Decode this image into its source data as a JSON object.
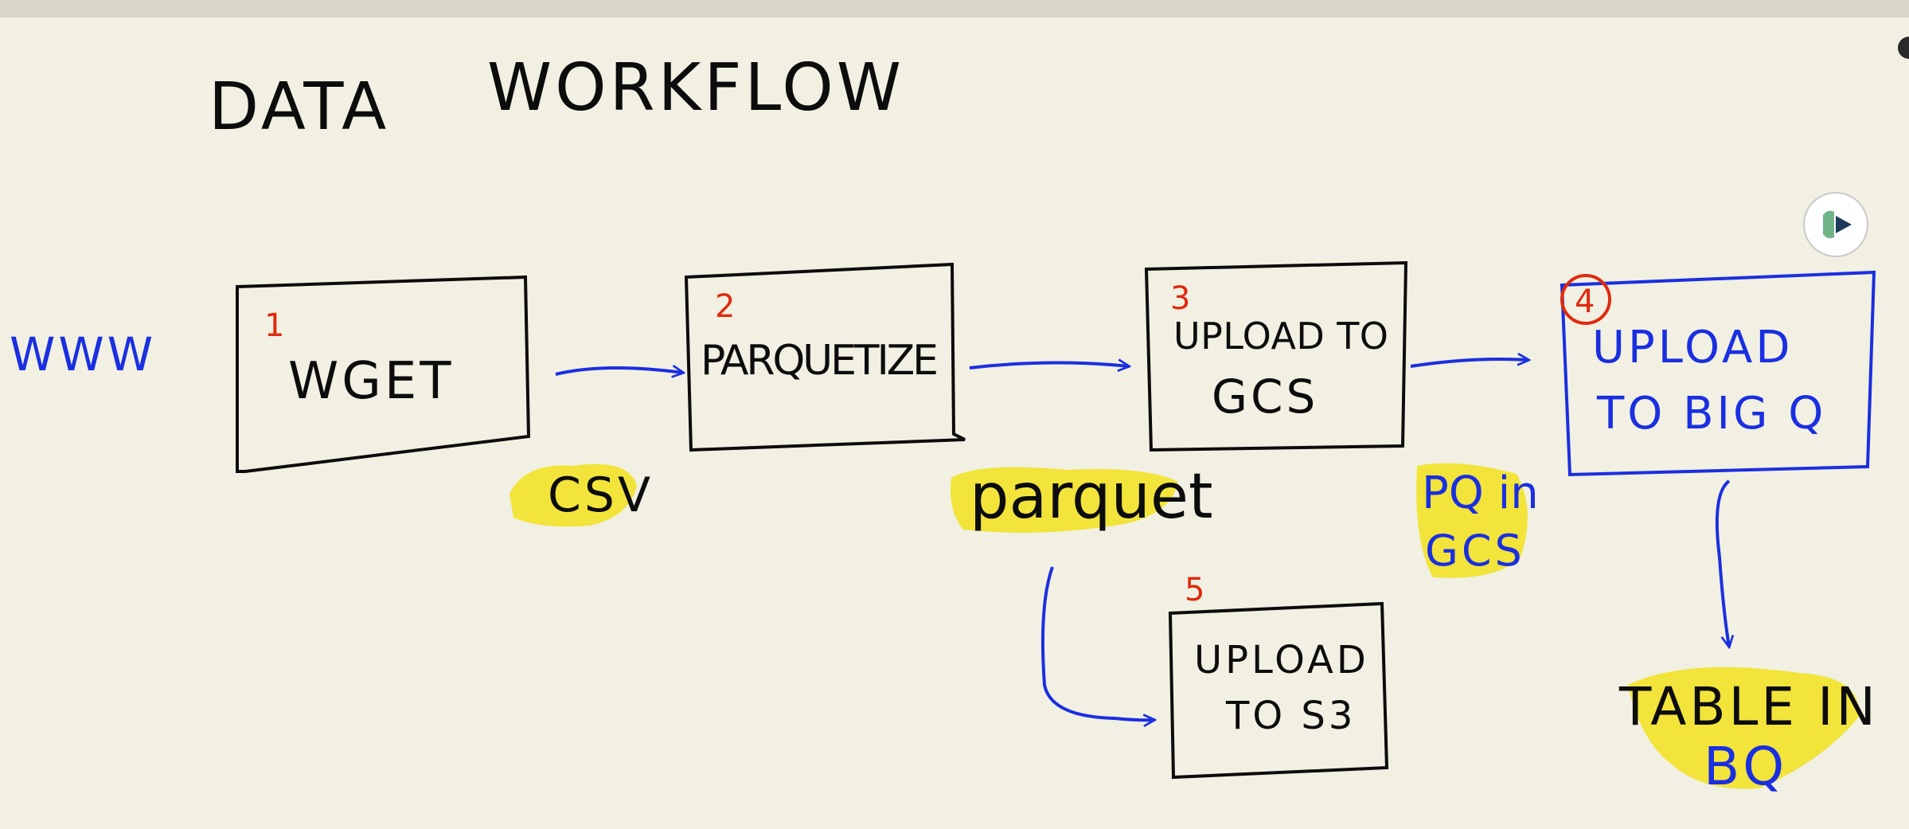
{
  "title": {
    "part1": "DATA",
    "part2": "WORKFLOW"
  },
  "source_label": "WWW",
  "steps": [
    {
      "number": "1",
      "line1": "WGET",
      "line2": ""
    },
    {
      "number": "2",
      "line1": "PARQUETIZE",
      "line2": ""
    },
    {
      "number": "3",
      "line1": "UPLOAD TO",
      "line2": "GCS"
    },
    {
      "number": "4",
      "line1": "UPLOAD",
      "line2": "TO BIG Q"
    },
    {
      "number": "5",
      "line1": "UPLOAD",
      "line2": "TO S3"
    }
  ],
  "edge_labels": {
    "csv": "CSV",
    "parquet": "parquet",
    "pq_line1": "PQ in",
    "pq_line2": "GCS"
  },
  "sink": {
    "line1": "TABLE IN",
    "line2": "BQ"
  },
  "colors": {
    "background": "#f1f0e2",
    "ink": "#0c0c0c",
    "blue": "#1a2fe0",
    "red": "#e02a0e",
    "highlight": "#f2e21c"
  },
  "icons": {
    "top_right": "play-icon"
  }
}
